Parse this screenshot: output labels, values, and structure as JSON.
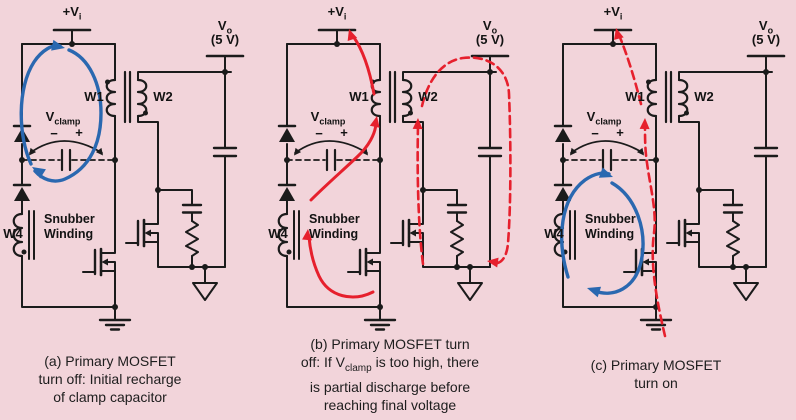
{
  "colors": {
    "background": "#f2d4da",
    "wire": "#1b1b1b",
    "arrow_blue": "#2a68b0",
    "arrow_red": "#e6202d",
    "text": "#131313"
  },
  "labels": {
    "vi_main": "+V",
    "vi_sub": "i",
    "vo_main": "V",
    "vo_sub": "o",
    "vo_value": "(5 V)",
    "w1": "W1",
    "w2": "W2",
    "w4": "W4",
    "vclamp_main": "V",
    "vclamp_sub": "clamp",
    "minus": "−",
    "plus": "+",
    "snubber_line1": "Snubber",
    "snubber_line2": "Winding"
  },
  "captions": {
    "a": {
      "line1": "(a) Primary MOSFET",
      "line2": "turn off: Initial recharge",
      "line3": "of clamp capacitor"
    },
    "b": {
      "line1": "(b) Primary MOSFET turn",
      "line2_pre": "off: If V",
      "line2_sub": "clamp",
      "line2_post": " is too high, there",
      "line3": "is partial discharge before",
      "line4": "reaching final voltage"
    },
    "c": {
      "line1": "(c) Primary MOSFET",
      "line2": "turn on"
    }
  },
  "panels": [
    {
      "id": "a",
      "arrows": [
        {
          "name": "clamp-recharge-current-loop",
          "color": "blue",
          "style": "solid"
        },
        {
          "name": "clamp-recharge-current-loop",
          "color": "blue",
          "style": "solid"
        }
      ]
    },
    {
      "id": "b",
      "arrows": [
        {
          "name": "snubber-discharge-current",
          "color": "red",
          "style": "solid"
        },
        {
          "name": "snubber-discharge-current",
          "color": "red",
          "style": "solid"
        },
        {
          "name": "snubber-discharge-current",
          "color": "red",
          "style": "solid"
        },
        {
          "name": "secondary-discharge-current-loop",
          "color": "red",
          "style": "dashed"
        },
        {
          "name": "secondary-discharge-current-loop",
          "color": "red",
          "style": "dashed"
        }
      ]
    },
    {
      "id": "c",
      "arrows": [
        {
          "name": "magnetizing-current-path",
          "color": "red",
          "style": "dashed"
        },
        {
          "name": "magnetizing-current-path",
          "color": "red",
          "style": "dashed"
        },
        {
          "name": "snubber-circulating-current-loop",
          "color": "blue",
          "style": "solid"
        },
        {
          "name": "snubber-circulating-current-loop",
          "color": "blue",
          "style": "solid"
        }
      ]
    }
  ],
  "icons": {
    "diode": "filled-triangle-with-bar",
    "transformer": "coupled-windings-with-core-and-polarity-dots",
    "mosfet": "n-channel-mosfet-symbol",
    "primary_ground": "three-bar-ground",
    "secondary_ground": "open-triangle-ground",
    "capacitor": "parallel-plates"
  }
}
